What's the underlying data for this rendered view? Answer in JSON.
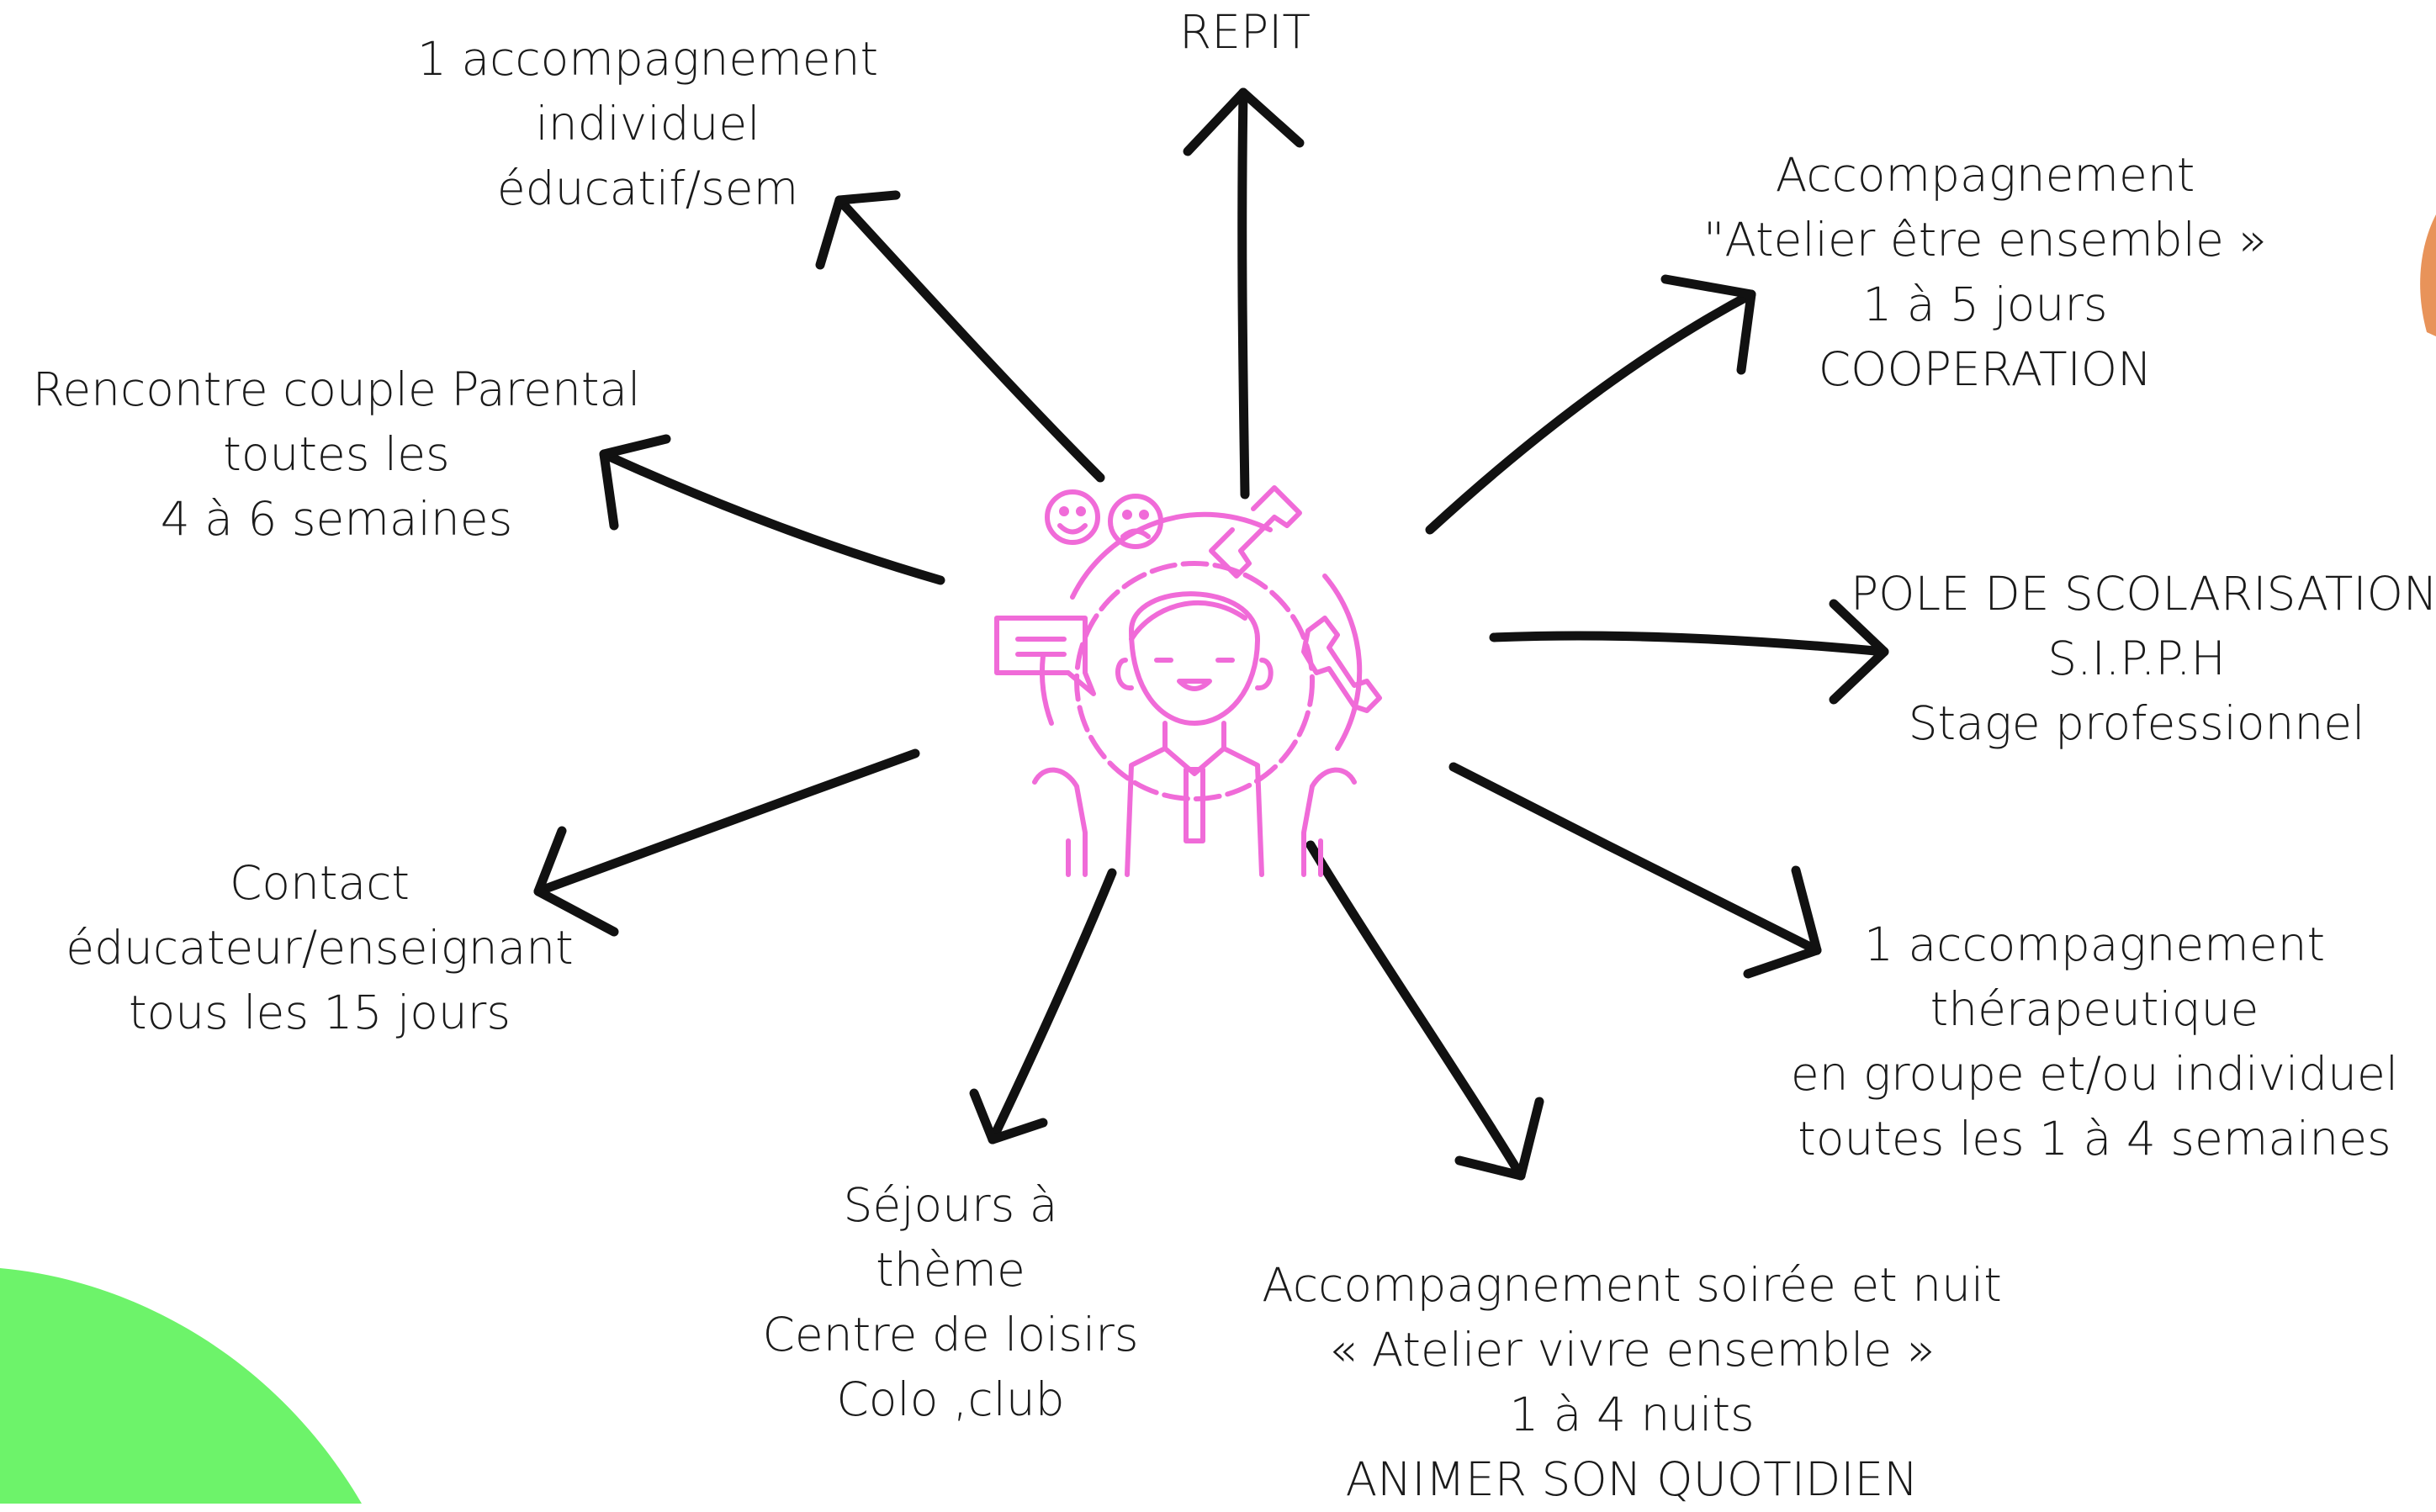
{
  "colors": {
    "arrow": "#111111",
    "icon": "#f06bd8",
    "blob_green": "#6df36a",
    "blob_orange": "#e8935a",
    "text": "#1a1a1a"
  },
  "center_icon": {
    "name": "support-person-icon"
  },
  "labels": {
    "repit": [
      "REPIT"
    ],
    "accomp_individuel": [
      "1 accompagnement",
      "individuel",
      "éducatif/sem"
    ],
    "atelier_etre": [
      "Accompagnement",
      "\"Atelier être ensemble »",
      "1 à 5 jours",
      "COOPERATION"
    ],
    "rencontre": [
      "Rencontre couple Parental",
      "toutes les",
      "4 à 6 semaines"
    ],
    "scolarisation": [
      "POLE DE SCOLARISATION",
      "S.I.P.P.H",
      "Stage professionnel"
    ],
    "contact": [
      "Contact",
      "éducateur/enseignant",
      "tous les 15 jours"
    ],
    "therapeutique": [
      "1 accompagnement",
      "thérapeutique",
      "en groupe et/ou individuel",
      "toutes les 1 à 4 semaines"
    ],
    "sejours": [
      "Séjours à",
      "thème",
      "Centre de loisirs",
      "Colo ,club"
    ],
    "atelier_vivre": [
      "Accompagnement soirée et nuit",
      "« Atelier vivre ensemble »",
      "1 à 4 nuits",
      "ANIMER SON QUOTIDIEN"
    ]
  }
}
